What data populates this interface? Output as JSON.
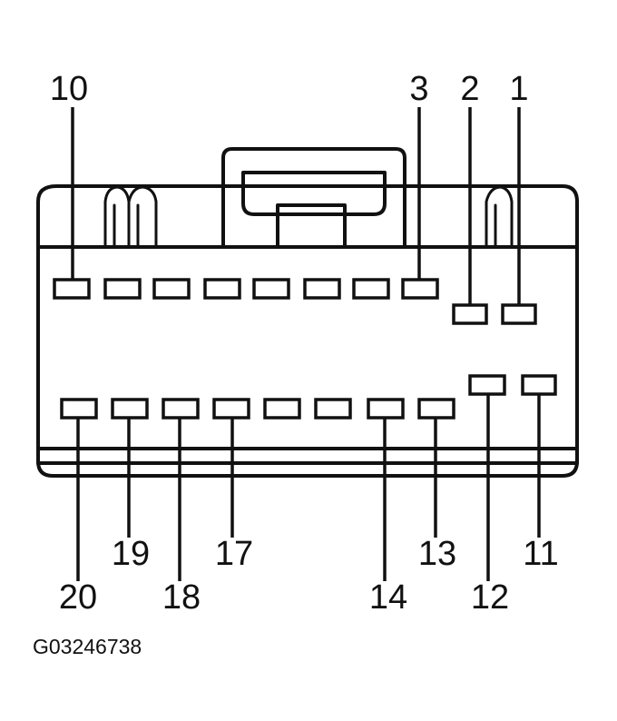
{
  "figure_id": "G03246738",
  "pins": {
    "p1": "1",
    "p2": "2",
    "p3": "3",
    "p10": "10",
    "p11": "11",
    "p12": "12",
    "p13": "13",
    "p14": "14",
    "p17": "17",
    "p18": "18",
    "p19": "19",
    "p20": "20"
  }
}
